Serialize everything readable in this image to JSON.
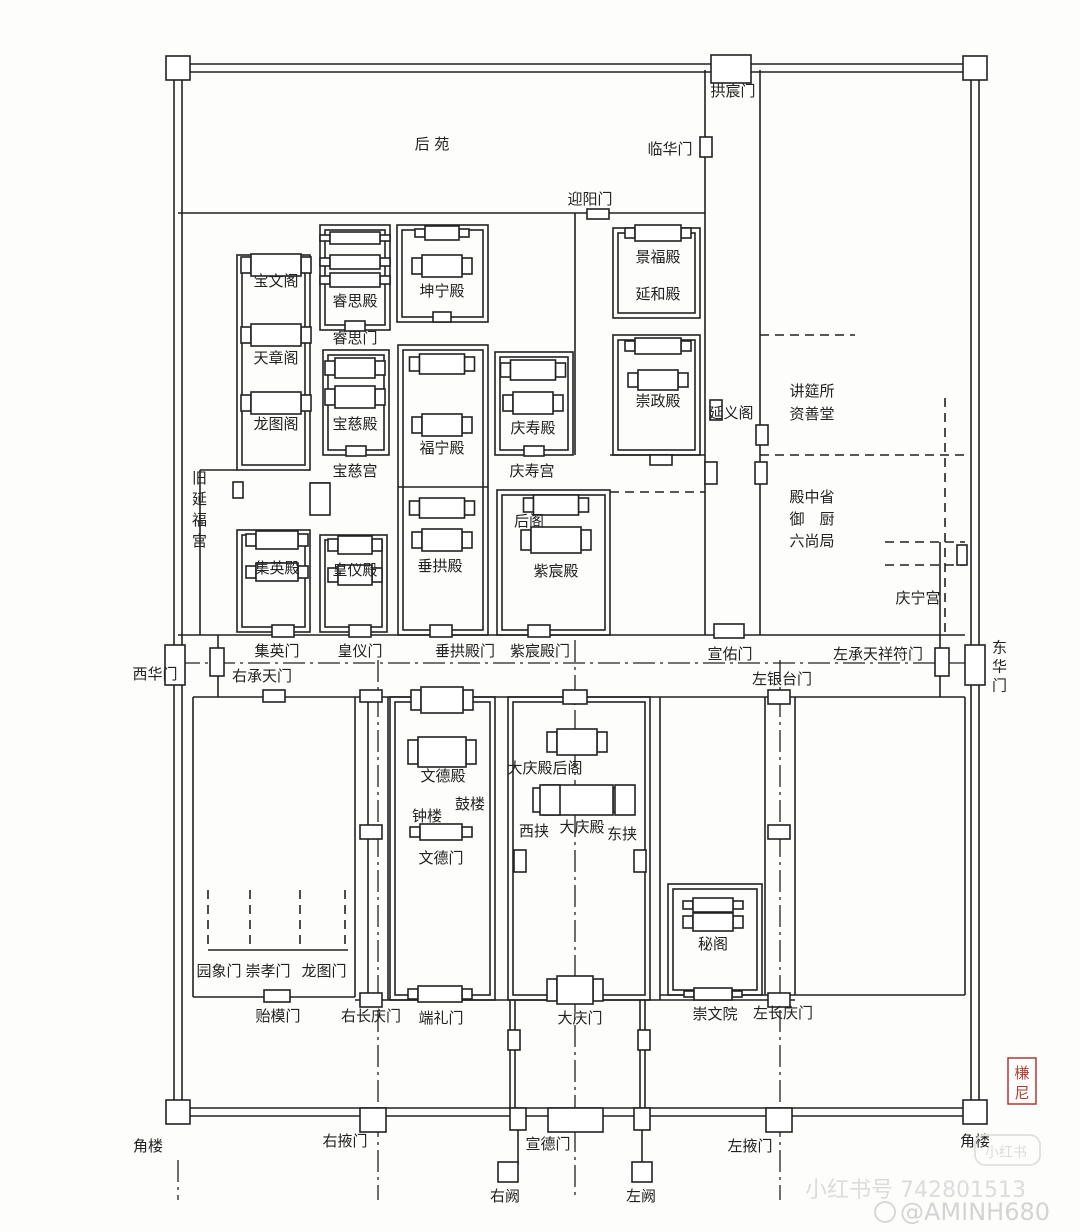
{
  "gates": {
    "gongchen": "拱宸门",
    "linhua": "临华门",
    "yingyang": "迎阳门",
    "ruisi": "睿思门",
    "jiying": "集英门",
    "huangyi": "皇仪门",
    "chuigong": "垂拱殿门",
    "zichen": "紫宸殿门",
    "xuanyou": "宣佑门",
    "zuo_chengtian_xiangfu": "左承天祥符门",
    "xihua": "西华门",
    "you_chengtian": "右承天门",
    "zuo_yintai": "左银台门",
    "donghua": "东华门",
    "wende": "文德门",
    "yuanxiang": "园象门",
    "chongxiao": "崇孝门",
    "longtu": "龙图门",
    "yimo": "贻模门",
    "you_changqing": "右长庆门",
    "duanli": "端礼门",
    "daqing": "大庆门",
    "zuo_changqing": "左长庆门",
    "you_ye": "右掖门",
    "xuande": "宣德门",
    "zuo_ye": "左掖门"
  },
  "buildings": {
    "houyuan": "后 苑",
    "baowen": "宝文阁",
    "ruisi": "睿思殿",
    "kunning": "坤宁殿",
    "jingfu": "景福殿",
    "yanhe": "延和殿",
    "tianzhang": "天章阁",
    "chongzheng": "崇政殿",
    "yanyi": "延义阁",
    "jiangyan": "讲筵所",
    "zishan": "资善堂",
    "baoci_dian": "宝慈殿",
    "longtu_ge": "龙图阁",
    "funing": "福宁殿",
    "qingshou_dian": "庆寿殿",
    "baoci_gong": "宝慈宫",
    "qingshou_gong": "庆寿宫",
    "jiu_yanfu": "旧延福宫",
    "dianzhong": "殿中省",
    "yuchu": "御　厨",
    "liushang": "六尚局",
    "houge": "后阁",
    "chuigong_dian": "垂拱殿",
    "zichen_dian": "紫宸殿",
    "jiying_dian": "集英殿",
    "huangyi_dian": "皇仪殿",
    "qingning": "庆宁宫",
    "wende_dian": "文德殿",
    "daqing_houge": "大庆殿后阁",
    "gulou": "鼓楼",
    "zhonglou": "钟楼",
    "xijia": "西挟",
    "daqing_dian": "大庆殿",
    "dongjia": "东挟",
    "mige": "秘阁",
    "chongwen": "崇文院",
    "jiaolou_w": "角楼",
    "jiaolou_e": "角楼",
    "you_que": "右阙",
    "zuo_que": "左阙"
  },
  "watermarks": {
    "xhs_id": "小红书号 742801513",
    "xhs_logo": "小红书",
    "weibo": "@AMINH680",
    "seal": "槏尼"
  },
  "colors": {
    "ink": "#222222",
    "seal": "#b23a32",
    "paper": "#fdfdfc"
  }
}
